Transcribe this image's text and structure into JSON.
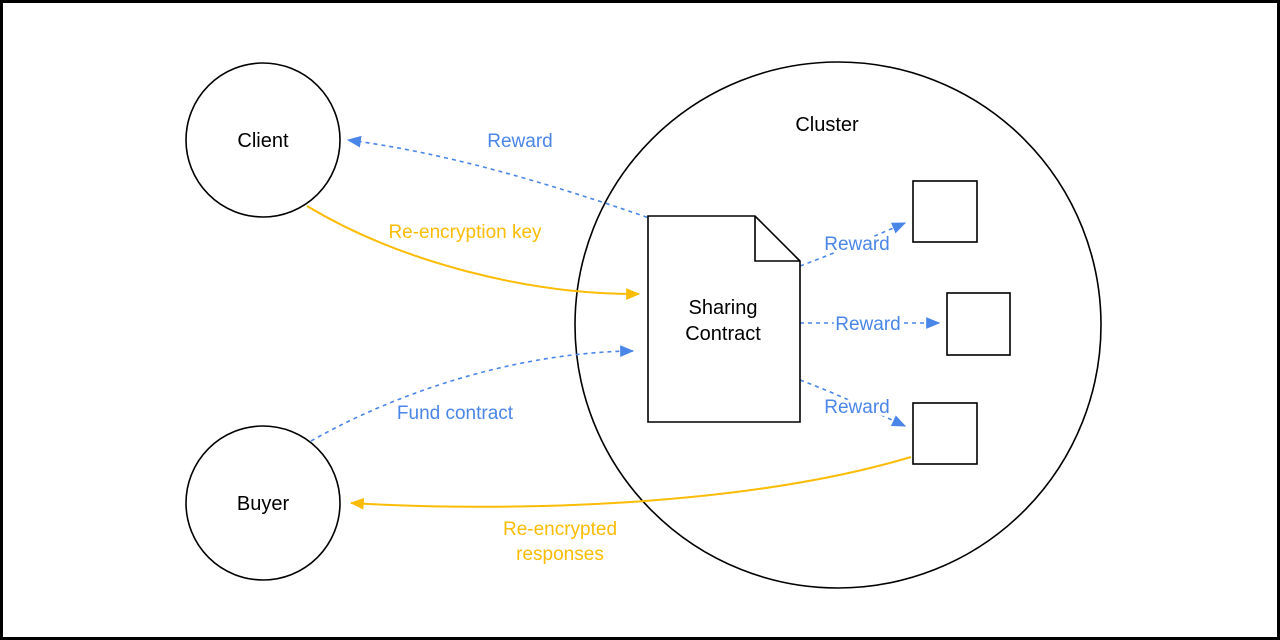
{
  "diagram": {
    "colors": {
      "blue": "#4a86e8",
      "yellow": "#fbbc05",
      "outline": "#000000",
      "background": "#ffffff"
    },
    "nodes": {
      "client": {
        "label": "Client"
      },
      "buyer": {
        "label": "Buyer"
      },
      "cluster": {
        "label": "Cluster"
      },
      "contract": {
        "line1": "Sharing",
        "line2": "Contract"
      }
    },
    "edges": {
      "reward_to_client": {
        "label": "Reward"
      },
      "re_encryption_key": {
        "label": "Re-encryption key"
      },
      "fund_contract": {
        "label": "Fund contract"
      },
      "re_encrypted_responses": {
        "line1": "Re-encrypted",
        "line2": "responses"
      },
      "reward_top": {
        "label": "Reward"
      },
      "reward_middle": {
        "label": "Reward"
      },
      "reward_bottom": {
        "label": "Reward"
      }
    }
  }
}
